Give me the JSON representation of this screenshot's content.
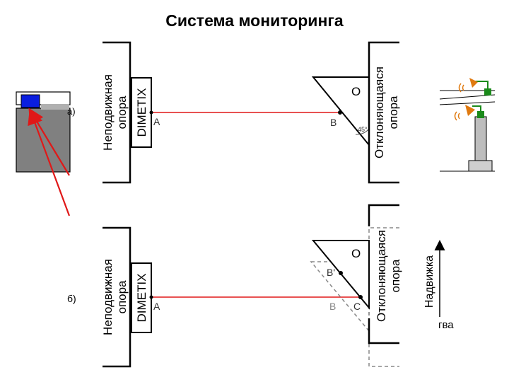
{
  "title": "Система мониторинга",
  "panel_a": {
    "label": "а)",
    "fixed_support": [
      "Неподвижная",
      "опора"
    ],
    "device": "DIMETIX",
    "point_a": "A",
    "point_b": "B",
    "deflecting_support": [
      "Отклоняющаяся",
      "опора"
    ],
    "prism_label": "O",
    "angle": "45°"
  },
  "panel_b": {
    "label": "б)",
    "fixed_support": [
      "Неподвижная",
      "опора"
    ],
    "device": "DIMETIX",
    "point_a": "A",
    "point_b_shifted": "B'",
    "point_b": "B",
    "point_c": "C",
    "deflecting_support": [
      "Отклоняющаяся",
      "опора"
    ],
    "prism_label": "O",
    "axis_label": "Надвижка",
    "fragment_text": "гва"
  },
  "colors": {
    "laser": "#e01818",
    "blue_block": "#0a1ee0",
    "gray_block": "#808080",
    "sensor_green": "#1a8a1a",
    "sensor_orange": "#e07a10"
  }
}
